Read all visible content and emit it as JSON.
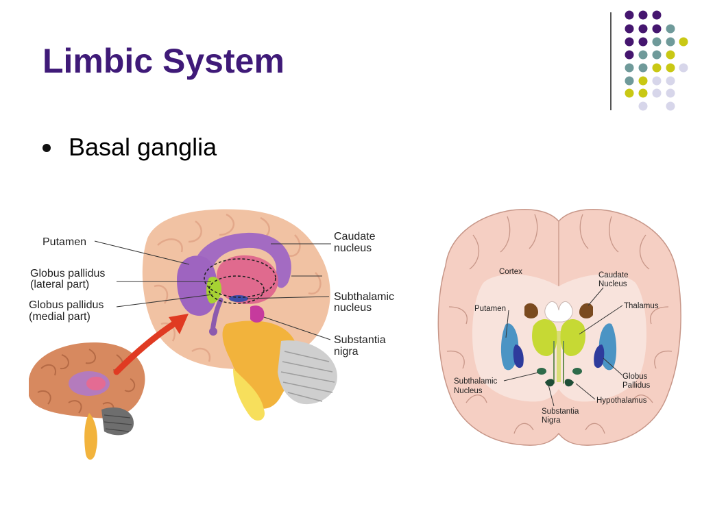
{
  "slide": {
    "title": "Limbic System",
    "bullet": "Basal ganglia"
  },
  "colors": {
    "title": "#3f1a78",
    "dot_purple": "#45166f",
    "dot_teal": "#6f9a9a",
    "dot_yellow": "#c9c814",
    "dot_lavender": "#d7d6ea"
  },
  "left_figure": {
    "labels": {
      "putamen": "Putamen",
      "gp_lateral_1": "Globus pallidus",
      "gp_lateral_2": "(lateral part)",
      "gp_medial_1": "Globus pallidus",
      "gp_medial_2": "(medial part)",
      "caudate_1": "Caudate",
      "caudate_2": "nucleus",
      "subthalamic_1": "Subthalamic",
      "subthalamic_2": "nucleus",
      "substantia_1": "Substantia",
      "substantia_2": "nigra"
    }
  },
  "right_figure": {
    "labels": {
      "cortex": "Cortex",
      "caudate_1": "Caudate",
      "caudate_2": "Nucleus",
      "thalamus": "Thalamus",
      "putamen": "Putamen",
      "subthalamic_1": "Subthalamic",
      "subthalamic_2": "Nucleus",
      "globus_1": "Globus",
      "globus_2": "Pallidus",
      "hypothalamus": "Hypothalamus",
      "substantia_1": "Substantia",
      "substantia_2": "Nigra"
    }
  }
}
